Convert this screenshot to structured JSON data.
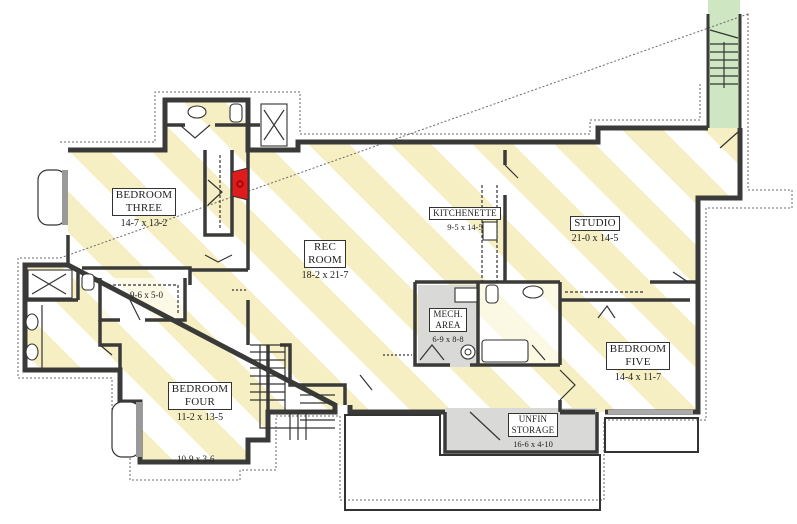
{
  "plan": {
    "type": "basement floor plan",
    "colors": {
      "floor_stripe": "#f7efc4",
      "floor_base": "#ffffff",
      "wall": "#3a3a38",
      "stair_highlight": "#cfe6c3",
      "unfinished_area": "#d9d9d7",
      "fireplace": "#e01b1b"
    },
    "rooms": {
      "bedroom_three": {
        "name_line1": "BEDROOM",
        "name_line2": "THREE",
        "dims": "14-7 x 13-2"
      },
      "rec_room": {
        "name_line1": "REC",
        "name_line2": "ROOM",
        "dims": "18-2 x 21-7"
      },
      "kitchenette": {
        "name": "KITCHENETTE",
        "dims": "9-5 x 14-5"
      },
      "studio": {
        "name": "STUDIO",
        "dims": "21-0 x 14-5"
      },
      "mech_area": {
        "name_line1": "MECH.",
        "name_line2": "AREA",
        "dims": "6-9 x 8-8"
      },
      "bedroom_five": {
        "name_line1": "BEDROOM",
        "name_line2": "FIVE",
        "dims": "14-4 x 11-7"
      },
      "bedroom_four": {
        "name_line1": "BEDROOM",
        "name_line2": "FOUR",
        "dims": "11-2 x 13-5"
      },
      "unfin_storage": {
        "name_line1": "UNFIN",
        "name_line2": "STORAGE",
        "dims": "16-6 x 4-10"
      },
      "closet_bedroom_four_walkin": {
        "dims": "9-6 x 5-0"
      },
      "closet_bedroom_four_lower": {
        "dims": "10-9 x 3-6"
      }
    },
    "icons": [
      "fireplace-icon",
      "toilet-icon",
      "sink-icon",
      "shower-icon",
      "bathtub-icon",
      "water-heater-icon",
      "staircase-icon",
      "door-swing-icon",
      "window-icon"
    ]
  }
}
